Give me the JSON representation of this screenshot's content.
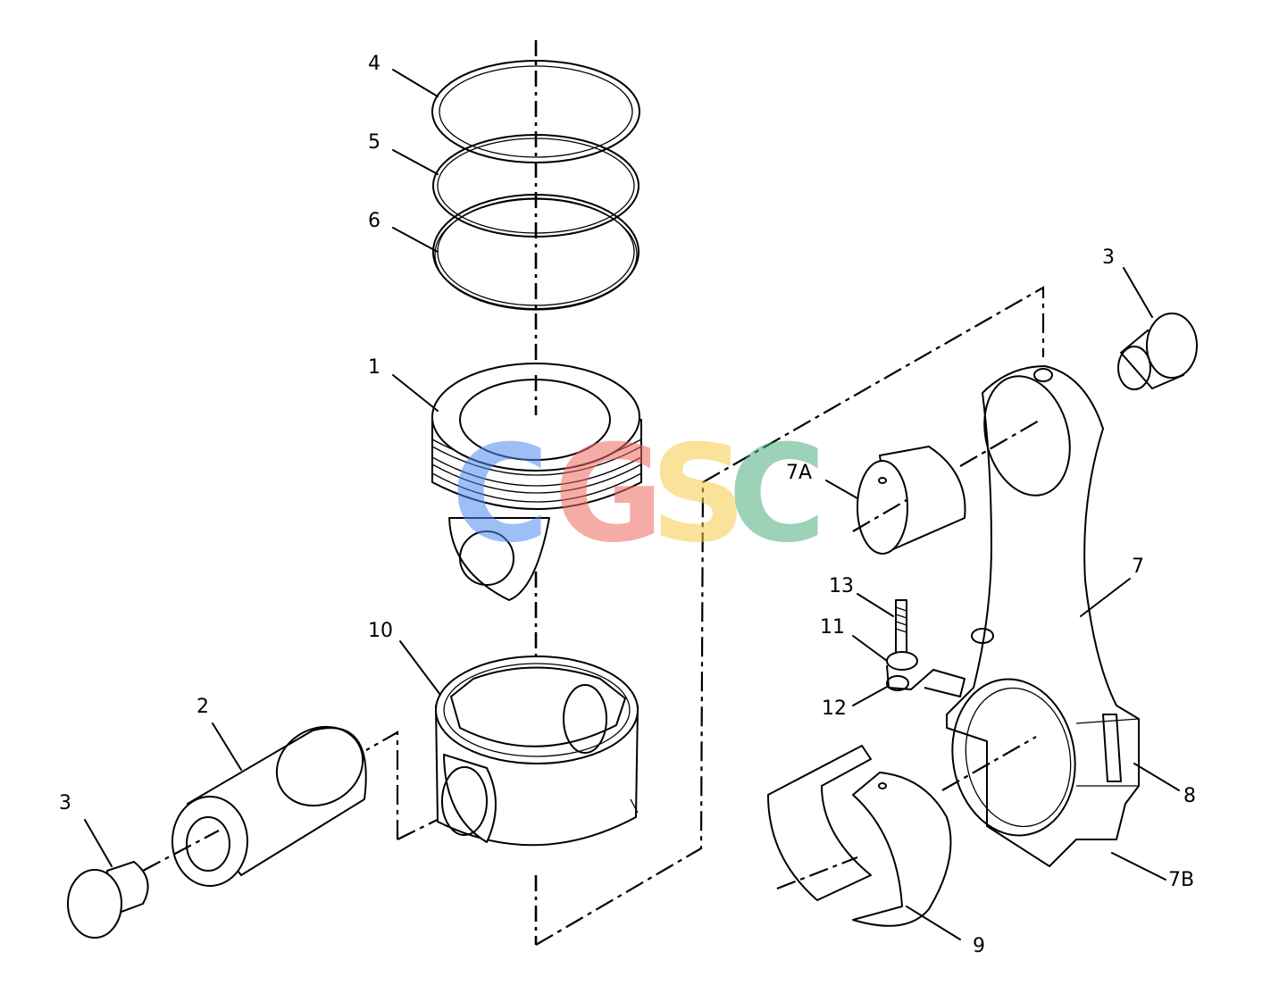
{
  "callouts": {
    "c1": "1",
    "c2": "2",
    "c3_left": "3",
    "c3_right": "3",
    "c4": "4",
    "c5": "5",
    "c6": "6",
    "c7": "7",
    "c7a": "7A",
    "c7b": "7B",
    "c8": "8",
    "c9": "9",
    "c10": "10",
    "c11": "11",
    "c12": "12",
    "c13": "13"
  },
  "watermark": {
    "letters": [
      "C",
      "G",
      "S",
      "C"
    ],
    "colors": [
      "#4f8cf0",
      "#ee6a5e",
      "#f6cc4a",
      "#4caf7d"
    ]
  }
}
